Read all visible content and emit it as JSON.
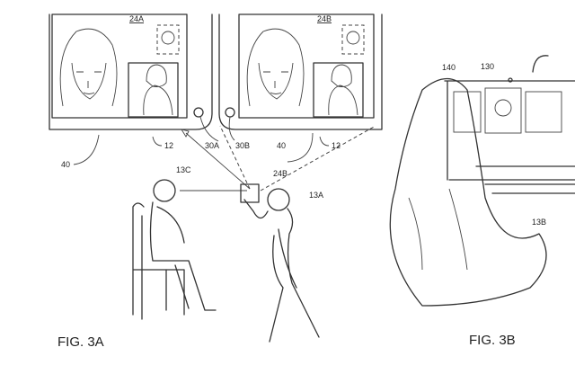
{
  "figures": {
    "fig_a": "FIG. 3A",
    "fig_b": "FIG. 3B"
  },
  "labels": {
    "screen_a": "24A",
    "screen_b": "24B",
    "display_left": "40",
    "device_left": "12",
    "camera_a": "30A",
    "camera_b": "30B",
    "display_right": "40",
    "device_right": "12",
    "seated_person": "13C",
    "held_device": "24B",
    "standing_person": "13A",
    "remote_person": "13B",
    "screen_window": "140",
    "remote_camera": "130"
  }
}
